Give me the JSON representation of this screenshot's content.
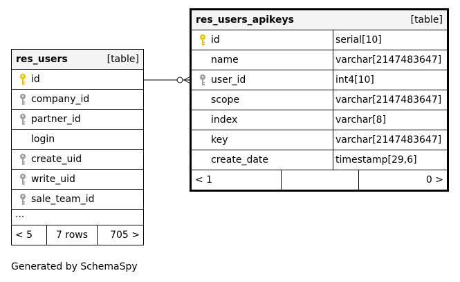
{
  "tables": [
    {
      "name": "res_users",
      "kind": "[table]",
      "columns": [
        {
          "name": "id",
          "key": "primary"
        },
        {
          "name": "company_id",
          "key": "foreign"
        },
        {
          "name": "partner_id",
          "key": "foreign"
        },
        {
          "name": "login",
          "key": "none"
        },
        {
          "name": "create_uid",
          "key": "foreign"
        },
        {
          "name": "write_uid",
          "key": "foreign"
        },
        {
          "name": "sale_team_id",
          "key": "foreign"
        }
      ],
      "ellipsis": "...",
      "footer": {
        "left": "< 5",
        "middle": "7 rows",
        "right": "705 >"
      }
    },
    {
      "name": "res_users_apikeys",
      "kind": "[table]",
      "columns": [
        {
          "name": "id",
          "type": "serial[10]",
          "key": "primary"
        },
        {
          "name": "name",
          "type": "varchar[2147483647]",
          "key": "none"
        },
        {
          "name": "user_id",
          "type": "int4[10]",
          "key": "foreign"
        },
        {
          "name": "scope",
          "type": "varchar[2147483647]",
          "key": "none"
        },
        {
          "name": "index",
          "type": "varchar[8]",
          "key": "none"
        },
        {
          "name": "key",
          "type": "varchar[2147483647]",
          "key": "none"
        },
        {
          "name": "create_date",
          "type": "timestamp[29,6]",
          "key": "none"
        }
      ],
      "footer": {
        "left": "< 1",
        "middle": "",
        "right": "0 >"
      }
    }
  ],
  "caption": "Generated by SchemaSpy",
  "colors": {
    "primary_key": "#e8c800",
    "foreign_key": "#a0a0a0",
    "header_bg": "#f4f4f4"
  }
}
